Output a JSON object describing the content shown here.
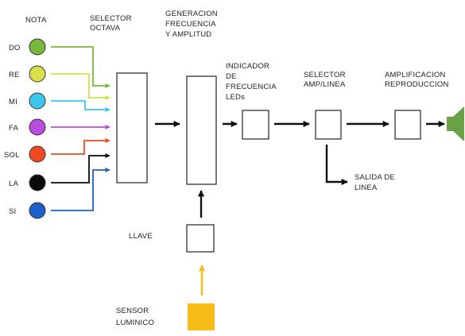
{
  "labels": {
    "nota": "NOTA",
    "selector_octava": [
      "SELECTOR",
      "OCTAVA"
    ],
    "generacion": [
      "GENERACION",
      "FRECUENCIA",
      "Y AMPLITUD"
    ],
    "indicador": [
      "INDICADOR",
      "DE",
      "FRECUENCIA",
      "LEDs"
    ],
    "selector_amp": [
      "SELECTOR",
      "AMP/LINEA"
    ],
    "amplificacion": [
      "AMPLIFICACION",
      "REPRODUCCION"
    ],
    "salida": [
      "SALIDA DE",
      "LINEA"
    ],
    "llave": "LLAVE",
    "sensor": [
      "SENSOR",
      "LUMINICO"
    ]
  },
  "notes": [
    {
      "name": "DO",
      "color": "#78b83c"
    },
    {
      "name": "RE",
      "color": "#d6e04a"
    },
    {
      "name": "MI",
      "color": "#3cc6ec"
    },
    {
      "name": "FA",
      "color": "#b94de0"
    },
    {
      "name": "SOL",
      "color": "#ef4b22"
    },
    {
      "name": "LA",
      "color": "#0a0a0a"
    },
    {
      "name": "SI",
      "color": "#1f5fcc"
    }
  ],
  "colors": {
    "sensor_fill": "#f6bd16",
    "sensor_wire": "#f6bd16",
    "speaker": "#6aa24a"
  }
}
